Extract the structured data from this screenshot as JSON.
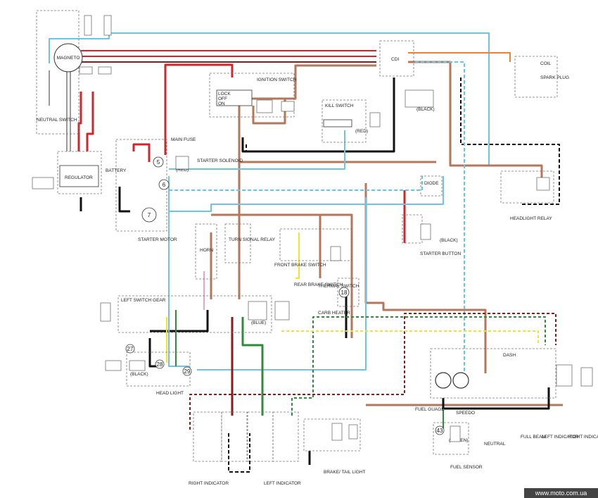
{
  "labels": {
    "magneto": "MAGNETO",
    "neutral_switch": "NEUTRAL SWITCH",
    "cdi": "CDI",
    "coil": "COIL",
    "spark_plug": "SPARK PLUG",
    "lock": "LOCK",
    "off": "OFF",
    "on": "ON",
    "ignition_switch": "IGNITION SWITCH",
    "kill_switch": "KILL SWITCH",
    "red": "(RED)",
    "black": "(BLACK)",
    "blue": "(BLUE)",
    "green": "(GREEN)",
    "main_fuse": "MAIN FUSE",
    "starter_solenoid": "STARTER SOLENOID",
    "battery": "BATTERY",
    "regulator": "REGULATOR",
    "starter_motor": "STARTER MOTOR",
    "diode": "DIODE",
    "headlight_relay": "HEADLIGHT RELAY",
    "horn": "HORN",
    "turn_signal_relay": "TURN SIGNAL RELAY",
    "front_brake_switch": "FRONT BRAKE SWITCH",
    "rear_brake_switch": "REAR BRAKE SWITCH",
    "thermal_switch": "THERMAL SWITCH",
    "carb_heater": "CARB HEATER",
    "starter_button": "STARTER BUTTON",
    "left_switch_gear": "LEFT SWITCH GEAR",
    "head_light": "HEAD LIGHT",
    "dash": "DASH",
    "fuel_gauge": "FUEL GUAGE",
    "speedo": "SPEEDO",
    "neutral": "NEUTRAL",
    "full_beam": "FULL BEAM",
    "left_indicator": "LEFT INDICATOR",
    "right_indicator": "RIGHT INDICATOR",
    "fuel_sensor": "FUEL SENSOR",
    "brake_tail_light": "BRAKE/ TAIL LIGHT",
    "n5": "5",
    "n6": "6",
    "n7": "7",
    "n18": "18",
    "n27": "27",
    "n28": "28",
    "n29": "29",
    "n43": "43",
    "watermark": "www.moto.com.ua"
  },
  "colors": {
    "red": "#d0252b",
    "dark_red": "#8b1a1a",
    "brown": "#b5765a",
    "light_blue": "#6cc5e6",
    "orange": "#e98532",
    "green": "#2e8b3a",
    "yellow": "#f2e233",
    "pink": "#eea3c0",
    "black": "#111111",
    "gray": "#9a9a9a"
  }
}
